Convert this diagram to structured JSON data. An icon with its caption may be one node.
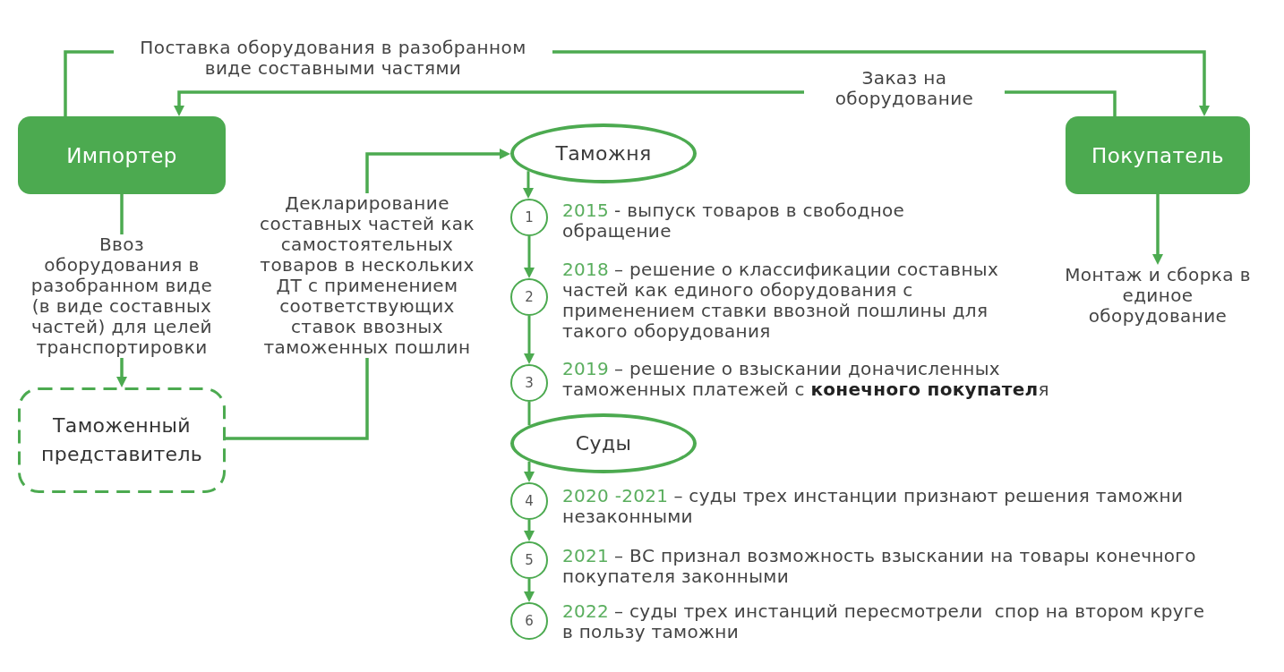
{
  "diagram": {
    "nodes": [
      {
        "text": [
          "Импортер"
        ]
      },
      {
        "text": [
          "Покупатель"
        ]
      },
      {
        "text": [
          "Таможенный представитель"
        ]
      },
      {
        "text": [
          "Таможня"
        ]
      },
      {
        "text": [
          "1"
        ],
        "beside": [
          "2015",
          "- выпуск товаров в свободное обращение"
        ]
      },
      {
        "text": [
          "2"
        ],
        "beside": [
          "2018",
          "– решение о классификации составных частей как единого оборудования с применением ставки ввозной пошлины для такого оборудования"
        ]
      },
      {
        "text": [
          "3"
        ],
        "beside": [
          "2019",
          "– решение о взыскании доначисленных таможенных платежей с **конечного покупател**я"
        ]
      },
      {
        "text": [
          "Суды"
        ]
      },
      {
        "text": [
          "4"
        ],
        "beside": [
          "2020 -2021",
          "– суды трех инстанции признают решения таможни незаконными"
        ]
      },
      {
        "text": [
          "5"
        ],
        "beside": [
          "2021",
          "– ВС признал возможность взыскании на товары конечного покупателя законными"
        ]
      },
      {
        "text": [
          "6"
        ],
        "beside": [
          "2022",
          "– суды трех инстанций пересмотрели  спор на втором круге в пользу таможни"
        ]
      },
      {
        "text": [
          "Монтаж и сборка в единое оборудование"
        ]
      }
    ],
    "edges": [
      {
        "from": 0,
        "to": 1,
        "arrow": "to",
        "label": "Поставка оборудования в разобранном виде составными частями"
      },
      {
        "from": 1,
        "to": 0,
        "arrow": "to",
        "label": "Заказ на оборудование"
      },
      {
        "from": 0,
        "to": 2,
        "arrow": "to",
        "label": "Ввоз оборудования в разобранном виде (в виде составных частей) для целей транспортировки"
      },
      {
        "from": 2,
        "to": 3,
        "arrow": "to",
        "label": "Декларирование составных частей как самостоятельных товаров в нескольких ДТ с применением соответствующих ставок ввозных таможенных пошлин"
      },
      {
        "from": 3,
        "to": 4,
        "arrow": "to"
      },
      {
        "from": 4,
        "to": 5,
        "arrow": "to"
      },
      {
        "from": 5,
        "to": 6,
        "arrow": "to"
      },
      {
        "from": 6,
        "to": 7,
        "arrow": "none"
      },
      {
        "from": 7,
        "to": 8,
        "arrow": "to"
      },
      {
        "from": 8,
        "to": 9,
        "arrow": "to"
      },
      {
        "from": 9,
        "to": 10,
        "arrow": "to"
      },
      {
        "from": 1,
        "to": 11,
        "arrow": "to"
      }
    ]
  }
}
